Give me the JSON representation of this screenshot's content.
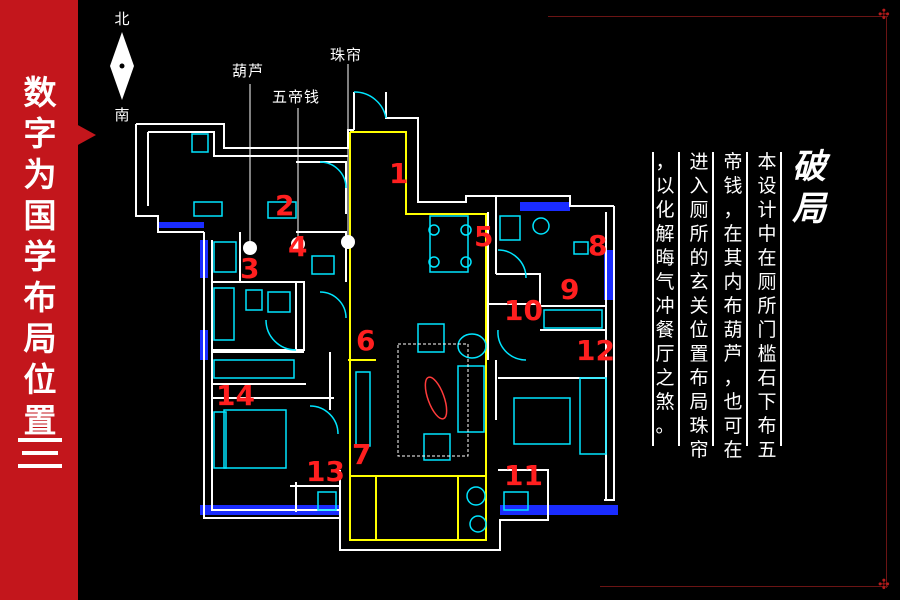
{
  "side_title": "数字为国学布局位置",
  "side_mark": "三",
  "compass": {
    "north": "北",
    "south": "南"
  },
  "annotations": {
    "gourd": "葫芦",
    "coins": "五帝钱",
    "curtain": "珠帘"
  },
  "room_numbers": [
    "1",
    "2",
    "3",
    "4",
    "5",
    "6",
    "7",
    "8",
    "9",
    "10",
    "11",
    "12",
    "13",
    "14"
  ],
  "heading": "破局",
  "description_columns": [
    "本设计中在厕所门槛石下布五",
    "帝钱，在其内布葫芦，也可在",
    "进入厕所的玄关位置布局珠帘",
    "，以化解晦气冲餐厅之煞。"
  ],
  "colors": {
    "side_red": "#c3161c",
    "number_red": "#ff1f1f",
    "wall": "#ffffff",
    "hall": "#ffff00",
    "furniture": "#00e5ff",
    "window": "#1a2cff"
  }
}
